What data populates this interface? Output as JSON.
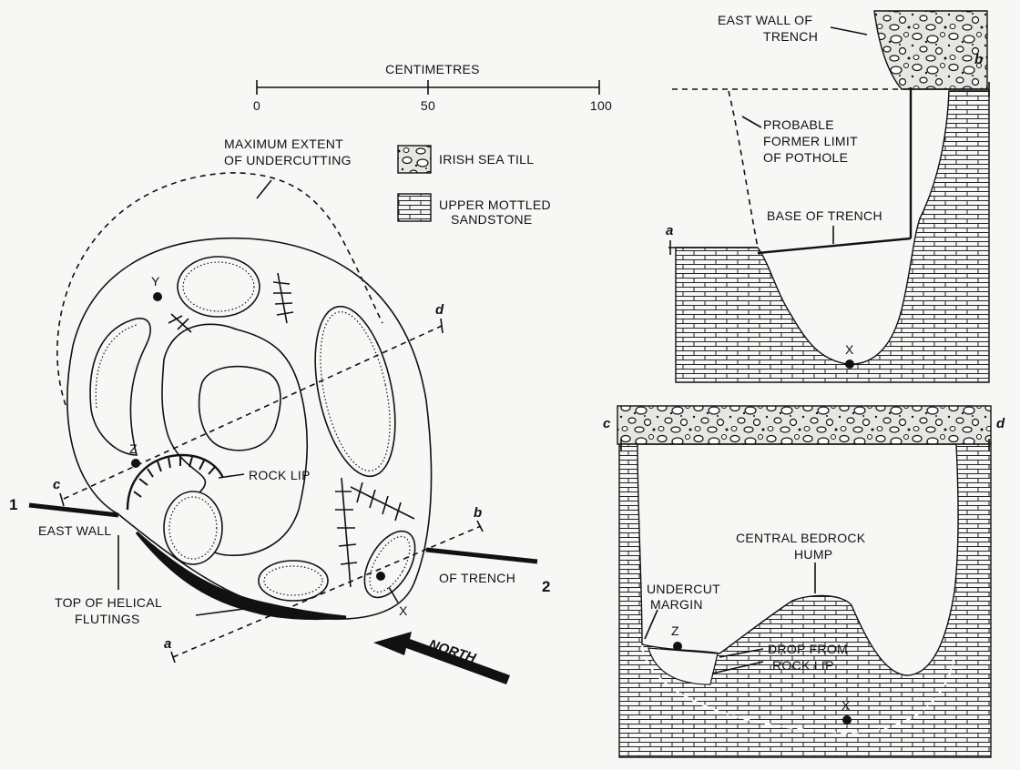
{
  "scale": {
    "title": "CENTIMETRES",
    "ticks": [
      "0",
      "50",
      "100"
    ]
  },
  "legend": {
    "till": "IRISH SEA TILL",
    "sandstone_1": "UPPER MOTTLED",
    "sandstone_2": "SANDSTONE"
  },
  "plan": {
    "undercut_1": "MAXIMUM EXTENT",
    "undercut_2": "OF UNDERCUTTING",
    "rock_lip": "ROCK LIP",
    "east_wall": "EAST WALL",
    "of_trench": "OF TRENCH",
    "helical_1": "TOP OF HELICAL",
    "helical_2": "FLUTINGS",
    "north": "NORTH",
    "pt1": "1",
    "pt2": "2",
    "a": "a",
    "b": "b",
    "c": "c",
    "d": "d",
    "X": "X",
    "Y": "Y",
    "Z": "Z"
  },
  "section_ab": {
    "east_wall_1": "EAST WALL OF",
    "east_wall_2": "TRENCH",
    "limit_1": "PROBABLE",
    "limit_2": "FORMER LIMIT",
    "limit_3": "OF POTHOLE",
    "base": "BASE OF TRENCH",
    "a": "a",
    "b": "b",
    "X": "X"
  },
  "section_cd": {
    "hump_1": "CENTRAL BEDROCK",
    "hump_2": "HUMP",
    "undercut_1": "UNDERCUT",
    "undercut_2": "MARGIN",
    "drop_1": "DROP FROM",
    "drop_2": "ROCK LIP",
    "c": "c",
    "d": "d",
    "X": "X",
    "Z": "Z"
  },
  "colors": {
    "ink": "#111111",
    "paper": "#f7f7f5"
  }
}
